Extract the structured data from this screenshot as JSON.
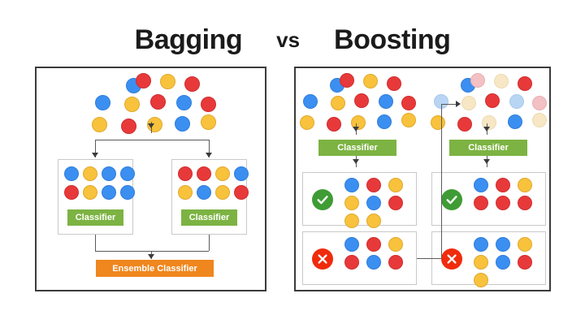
{
  "title": {
    "left": "Bagging",
    "vs": "vs",
    "right": "Boosting"
  },
  "colors": {
    "blue": "#3b8ff0",
    "red": "#e8393a",
    "yellow": "#f8c23c",
    "blue_faded": "#b9d5f4",
    "red_faded": "#f3c0c4",
    "yellow_faded": "#f7e7c4",
    "classifier_green": "#7cb342",
    "ensemble_orange": "#f0861e",
    "check_green": "#3f9c35",
    "x_red": "#f02b0d",
    "panel_border": "#3b3b3b",
    "subbox_border": "#c9c9c9",
    "text_dark": "#1b1b1b"
  },
  "bagging": {
    "panel_name": "Bagging panel",
    "dataset": {
      "name": "training-dataset",
      "rows": [
        [
          "blue",
          "red",
          "yellow",
          "red"
        ],
        [
          "blue",
          "yellow",
          "red",
          "blue",
          "red"
        ],
        [
          "yellow",
          "red",
          "yellow",
          "blue",
          "yellow"
        ]
      ]
    },
    "subsets": [
      {
        "name": "bootstrap-subset-1",
        "classifier_label": "Classifier",
        "rows": [
          [
            "blue",
            "yellow",
            "blue",
            "blue"
          ],
          [
            "red",
            "yellow",
            "blue",
            "blue"
          ]
        ]
      },
      {
        "name": "bootstrap-subset-2",
        "classifier_label": "Classifier",
        "rows": [
          [
            "red",
            "red",
            "yellow",
            "blue"
          ],
          [
            "yellow",
            "blue",
            "yellow",
            "red"
          ]
        ]
      }
    ],
    "ensemble_label": "Ensemble Classifier"
  },
  "boosting": {
    "panel_name": "Boosting panel",
    "stages": [
      {
        "name": "boosting-stage-1",
        "dataset_rows": [
          [
            "blue",
            "red",
            "yellow",
            "red"
          ],
          [
            "blue",
            "yellow",
            "red",
            "blue",
            "red"
          ],
          [
            "yellow",
            "red",
            "yellow",
            "blue",
            "yellow"
          ]
        ],
        "classifier_label": "Classifier",
        "correct": {
          "icon": "check-icon",
          "rows": [
            [
              "blue",
              "red",
              "yellow"
            ],
            [
              "yellow",
              "blue",
              "red"
            ],
            [
              "yellow",
              "yellow"
            ]
          ]
        },
        "incorrect": {
          "icon": "x-icon",
          "rows": [
            [
              "blue",
              "red",
              "yellow"
            ],
            [
              "red",
              "blue",
              "red"
            ]
          ]
        }
      },
      {
        "name": "boosting-stage-2",
        "dataset_rows": [
          [
            "blue",
            "red_faded",
            "yellow_faded",
            "red"
          ],
          [
            "blue_faded",
            "yellow_faded",
            "red",
            "blue_faded",
            "red_faded"
          ],
          [
            "yellow",
            "red",
            "yellow_faded",
            "blue",
            "yellow_faded"
          ]
        ],
        "classifier_label": "Classifier",
        "correct": {
          "icon": "check-icon",
          "rows": [
            [
              "blue",
              "red",
              "yellow"
            ],
            [
              "red",
              "red",
              "red"
            ]
          ]
        },
        "incorrect": {
          "icon": "x-icon",
          "rows": [
            [
              "blue",
              "blue",
              "yellow"
            ],
            [
              "yellow",
              "blue",
              "red"
            ],
            [
              "yellow"
            ]
          ]
        }
      }
    ],
    "reweight_arrow_name": "reweight-feedback-arrow"
  }
}
